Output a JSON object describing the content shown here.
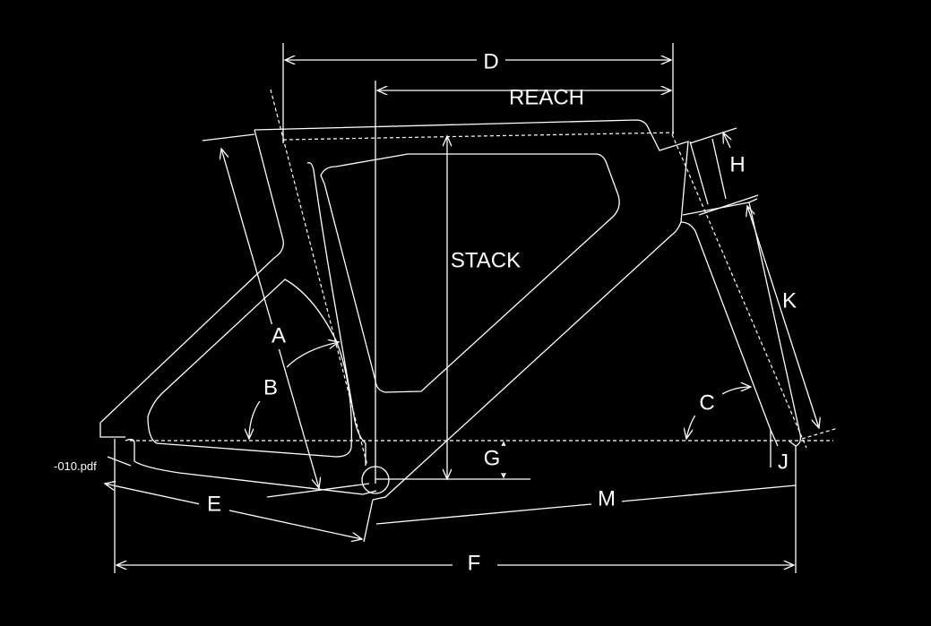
{
  "labels": {
    "D": "D",
    "reach": "REACH",
    "stack": "STACK",
    "H": "H",
    "K": "K",
    "A": "A",
    "B": "B",
    "C": "C",
    "G": "G",
    "J": "J",
    "E": "E",
    "M": "M",
    "F": "F"
  },
  "file_fragment": "-010.pdf",
  "colors": {
    "background": "#000000",
    "line": "#ffffff"
  }
}
